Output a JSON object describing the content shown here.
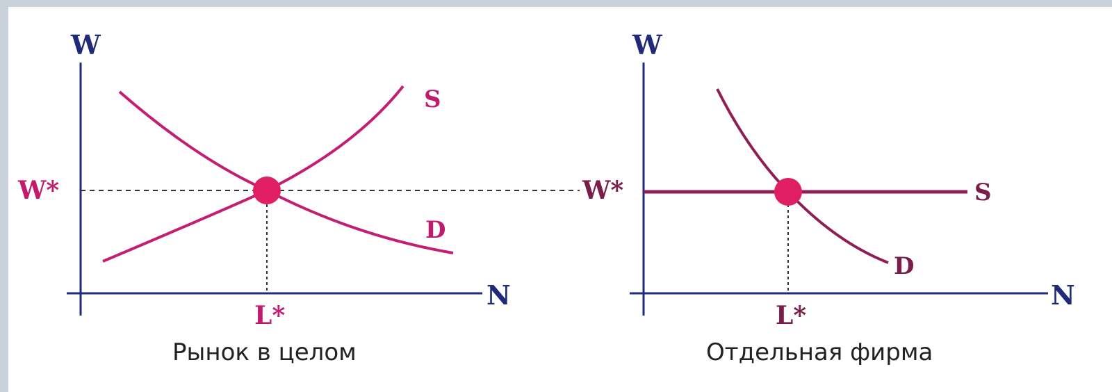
{
  "colors": {
    "axis": "#1f2a78",
    "curve_market": "#c41e74",
    "curve_firm": "#8e1e55",
    "equilibrium_dot": "#e01f63",
    "label_market": "#c21a6c",
    "label_axis": "#1f2a78",
    "label_dark": "#7a1d4a",
    "caption": "#222222"
  },
  "market_panel": {
    "axis_y_label": "W",
    "axis_x_label": "N",
    "wage_label": "W*",
    "labor_label": "L*",
    "supply_label": "S",
    "demand_label": "D",
    "caption": "Рынок в целом"
  },
  "firm_panel": {
    "axis_y_label": "W",
    "axis_x_label": "N",
    "wage_label": "W*",
    "labor_label": "L*",
    "supply_label": "S",
    "demand_label": "D",
    "caption": "Отдельная фирма"
  }
}
